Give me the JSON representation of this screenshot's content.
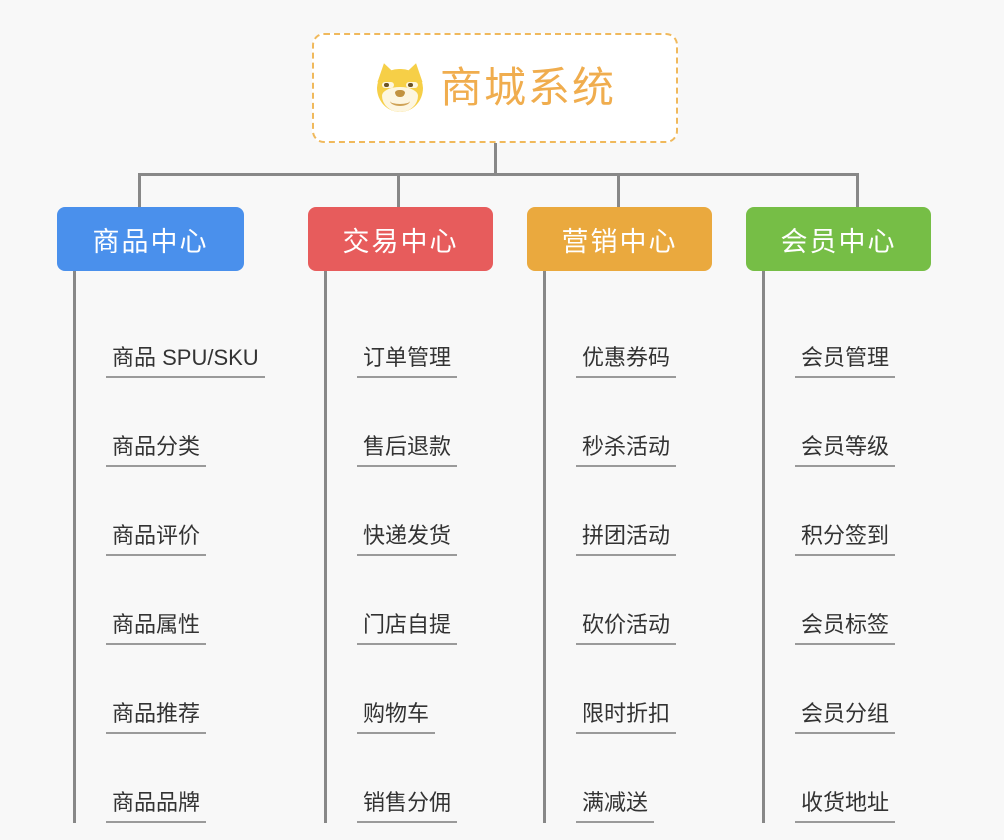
{
  "diagram": {
    "type": "mindmap",
    "background_color": "#f8f8f8",
    "root": {
      "title": "商城系统",
      "icon": "shiba-inu-dog-face-icon",
      "border_color": "#f0b95c",
      "text_color": "#f0ad4e"
    },
    "connector_color": "#888888",
    "branches": [
      {
        "label": "商品中心",
        "color": "#4a90ec",
        "items": [
          "商品 SPU/SKU",
          "商品分类",
          "商品评价",
          "商品属性",
          "商品推荐",
          "商品品牌"
        ]
      },
      {
        "label": "交易中心",
        "color": "#e75c5c",
        "items": [
          "订单管理",
          "售后退款",
          "快递发货",
          "门店自提",
          "购物车",
          "销售分佣"
        ]
      },
      {
        "label": "营销中心",
        "color": "#eaa93e",
        "items": [
          "优惠券码",
          "秒杀活动",
          "拼团活动",
          "砍价活动",
          "限时折扣",
          "满减送"
        ]
      },
      {
        "label": "会员中心",
        "color": "#76be46",
        "items": [
          "会员管理",
          "会员等级",
          "积分签到",
          "会员标签",
          "会员分组",
          "收货地址"
        ]
      }
    ]
  }
}
